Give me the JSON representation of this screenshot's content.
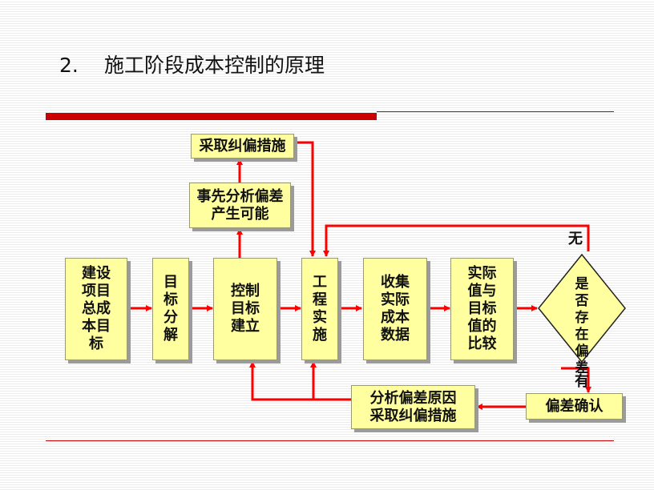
{
  "title": {
    "number": "2.",
    "text": "施工阶段成本控制的原理"
  },
  "boxes": {
    "target": "建设\n项目\n总成\n本目\n标",
    "decompose": "目\n标\n分\n解",
    "setup": "控制\n目标\n建立",
    "implement": "工\n程\n实\n施",
    "collect": "收集\n实际\n成本\n数据",
    "compare": "实际\n值与\n目标\n值的\n比较",
    "preanalyze": "事先分析偏差\n产生可能",
    "measures": "采取纠偏措施",
    "analyze": "分析偏差原因\n采取纠偏措施",
    "confirm": "偏差确认"
  },
  "decision": {
    "label": "是\n否\n存\n在\n偏差"
  },
  "branches": {
    "none": "无",
    "exists": "有"
  },
  "colors": {
    "arrow": "#ff0000",
    "box_fill": "#ffffa0",
    "rule": "#cc0000"
  }
}
